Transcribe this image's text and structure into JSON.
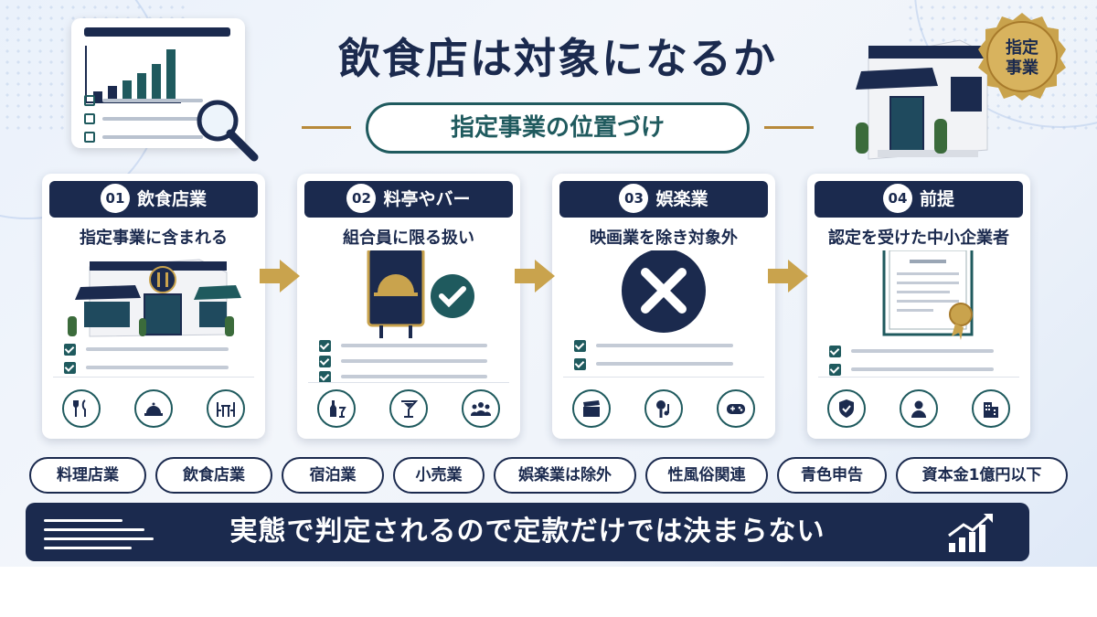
{
  "header": {
    "title": "飲食店は対象になるか",
    "subtitle": "指定事業の位置づけ",
    "badge": "指定\n事業"
  },
  "steps": [
    {
      "number": "01",
      "label": "飲食店業",
      "desc": "指定事業に含まれる",
      "illus": "restaurant-building",
      "icons": [
        "fork-knife-icon",
        "cloche-icon",
        "table-chairs-icon"
      ]
    },
    {
      "number": "02",
      "label": "料亭やバー",
      "desc": "組合員に限る扱い",
      "illus": "cloche-sign-with-check",
      "icons": [
        "wine-bottle-icon",
        "cocktail-icon",
        "people-icon"
      ]
    },
    {
      "number": "03",
      "label": "娯楽業",
      "desc": "映画業を除き対象外",
      "illus": "x-mark",
      "icons": [
        "clapperboard-icon",
        "microphone-icon",
        "gamepad-icon"
      ]
    },
    {
      "number": "04",
      "label": "前提",
      "desc": "認定を受けた中小企業者",
      "illus": "certificate",
      "icons": [
        "shield-check-icon",
        "person-icon",
        "building-icon"
      ]
    }
  ],
  "tags": [
    "料理店業",
    "飲食店業",
    "宿泊業",
    "小売業",
    "娯楽業は除外",
    "性風俗関連",
    "青色申告",
    "資本金1億円以下"
  ],
  "banner": "実態で判定されるので定款だけでは決まらない",
  "colors": {
    "navy": "#1b2a4e",
    "teal": "#1f5a5e",
    "gold": "#b7893a"
  }
}
